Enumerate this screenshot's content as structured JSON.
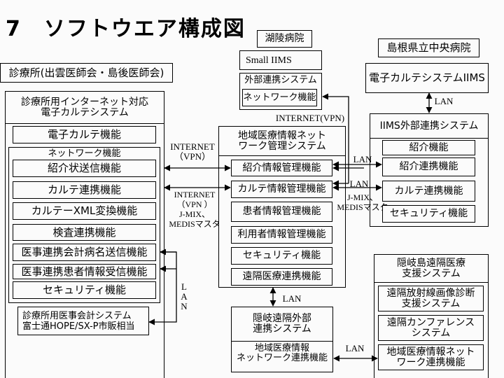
{
  "title": "7　ソフトウエア構成図",
  "clinic": {
    "label": "診療所(出雲医師会・島後医師会)",
    "system_title": "診療所用インターネット対応\n電子カルテシステム",
    "ehr_function": "電子カルテ機能",
    "network_title": "ネットワーク機能",
    "functions": [
      "紹介状送信機能",
      "カルテ連携機能",
      "カルテーXML変換機能",
      "検査連携機能",
      "医事連携会計病名送信機能",
      "医事連携患者情報受信機能",
      "セキュリティ機能"
    ],
    "accounting": "診療所用医事会計システム\n富士通HOPE/SX-P市販相当",
    "lan_label": "L\nA\nN"
  },
  "links": {
    "internet_vpn_1": "INTERNET\n（VPN）",
    "internet_vpn_2": "INTERNET\n（VPN ）\nJ-MIX、\nMEDISマスタ",
    "internet_vpn_top": "INTERNET(VPN)",
    "lan_1": "LAN",
    "lan_2": "LAN",
    "jmix": "J-MIX、\nMEDISマスタ",
    "lan_central": "LAN",
    "lan_oki": "LAN",
    "lan_remote": "LAN"
  },
  "koryo": {
    "label": "湖陵病院",
    "small_iims": "Small IIMS",
    "ext_system": "外部連携システム",
    "network": "ネットワーク機能"
  },
  "center": {
    "title": "地域医療情報ネット\nワーク管理システム",
    "functions": [
      "紹介情報管理機能",
      "カルテ情報管理機能",
      "患者情報管理機能",
      "利用者情報管理機能",
      "セキュリティ機能",
      "遠隔医療連携機能"
    ]
  },
  "oki_ext": {
    "title": "隠岐遠隔外部\n連携システム",
    "function": "地域医療情報\nネットワーク連携機能"
  },
  "central_hospital": {
    "label": "島根県立中央病院",
    "ehr": "電子カルテシステムIIMS",
    "ext_title": "IIMS外部連携システム",
    "functions": [
      "紹介機能",
      "紹介連携機能",
      "カルテ連携機能",
      "セキュリティ機能"
    ]
  },
  "oki_remote": {
    "title": "隠岐島遠隔医療\n支援システム",
    "functions": [
      "遠隔放射線画像診断\n支援システム",
      "遠隔カンファレンス\nシステム",
      "地域医療情報ネット\nワーク連携機能"
    ]
  }
}
